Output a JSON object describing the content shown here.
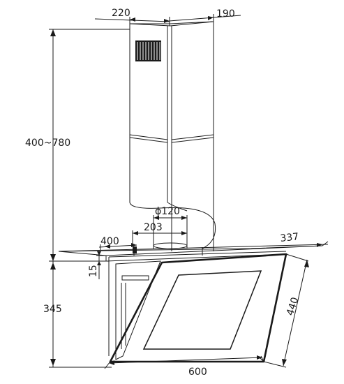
{
  "dimensions": {
    "chimney_width": "220",
    "chimney_depth": "190",
    "chimney_height": "400~780",
    "duct_diameter": "ϕ120",
    "duct_offset": "203",
    "bracket_width": "400",
    "hood_depth": "337",
    "bracket_height": "15",
    "hood_height": "345",
    "glass_length": "440",
    "hood_width": "600"
  },
  "colors": {
    "line": "#1a1a1a",
    "background": "#ffffff"
  }
}
